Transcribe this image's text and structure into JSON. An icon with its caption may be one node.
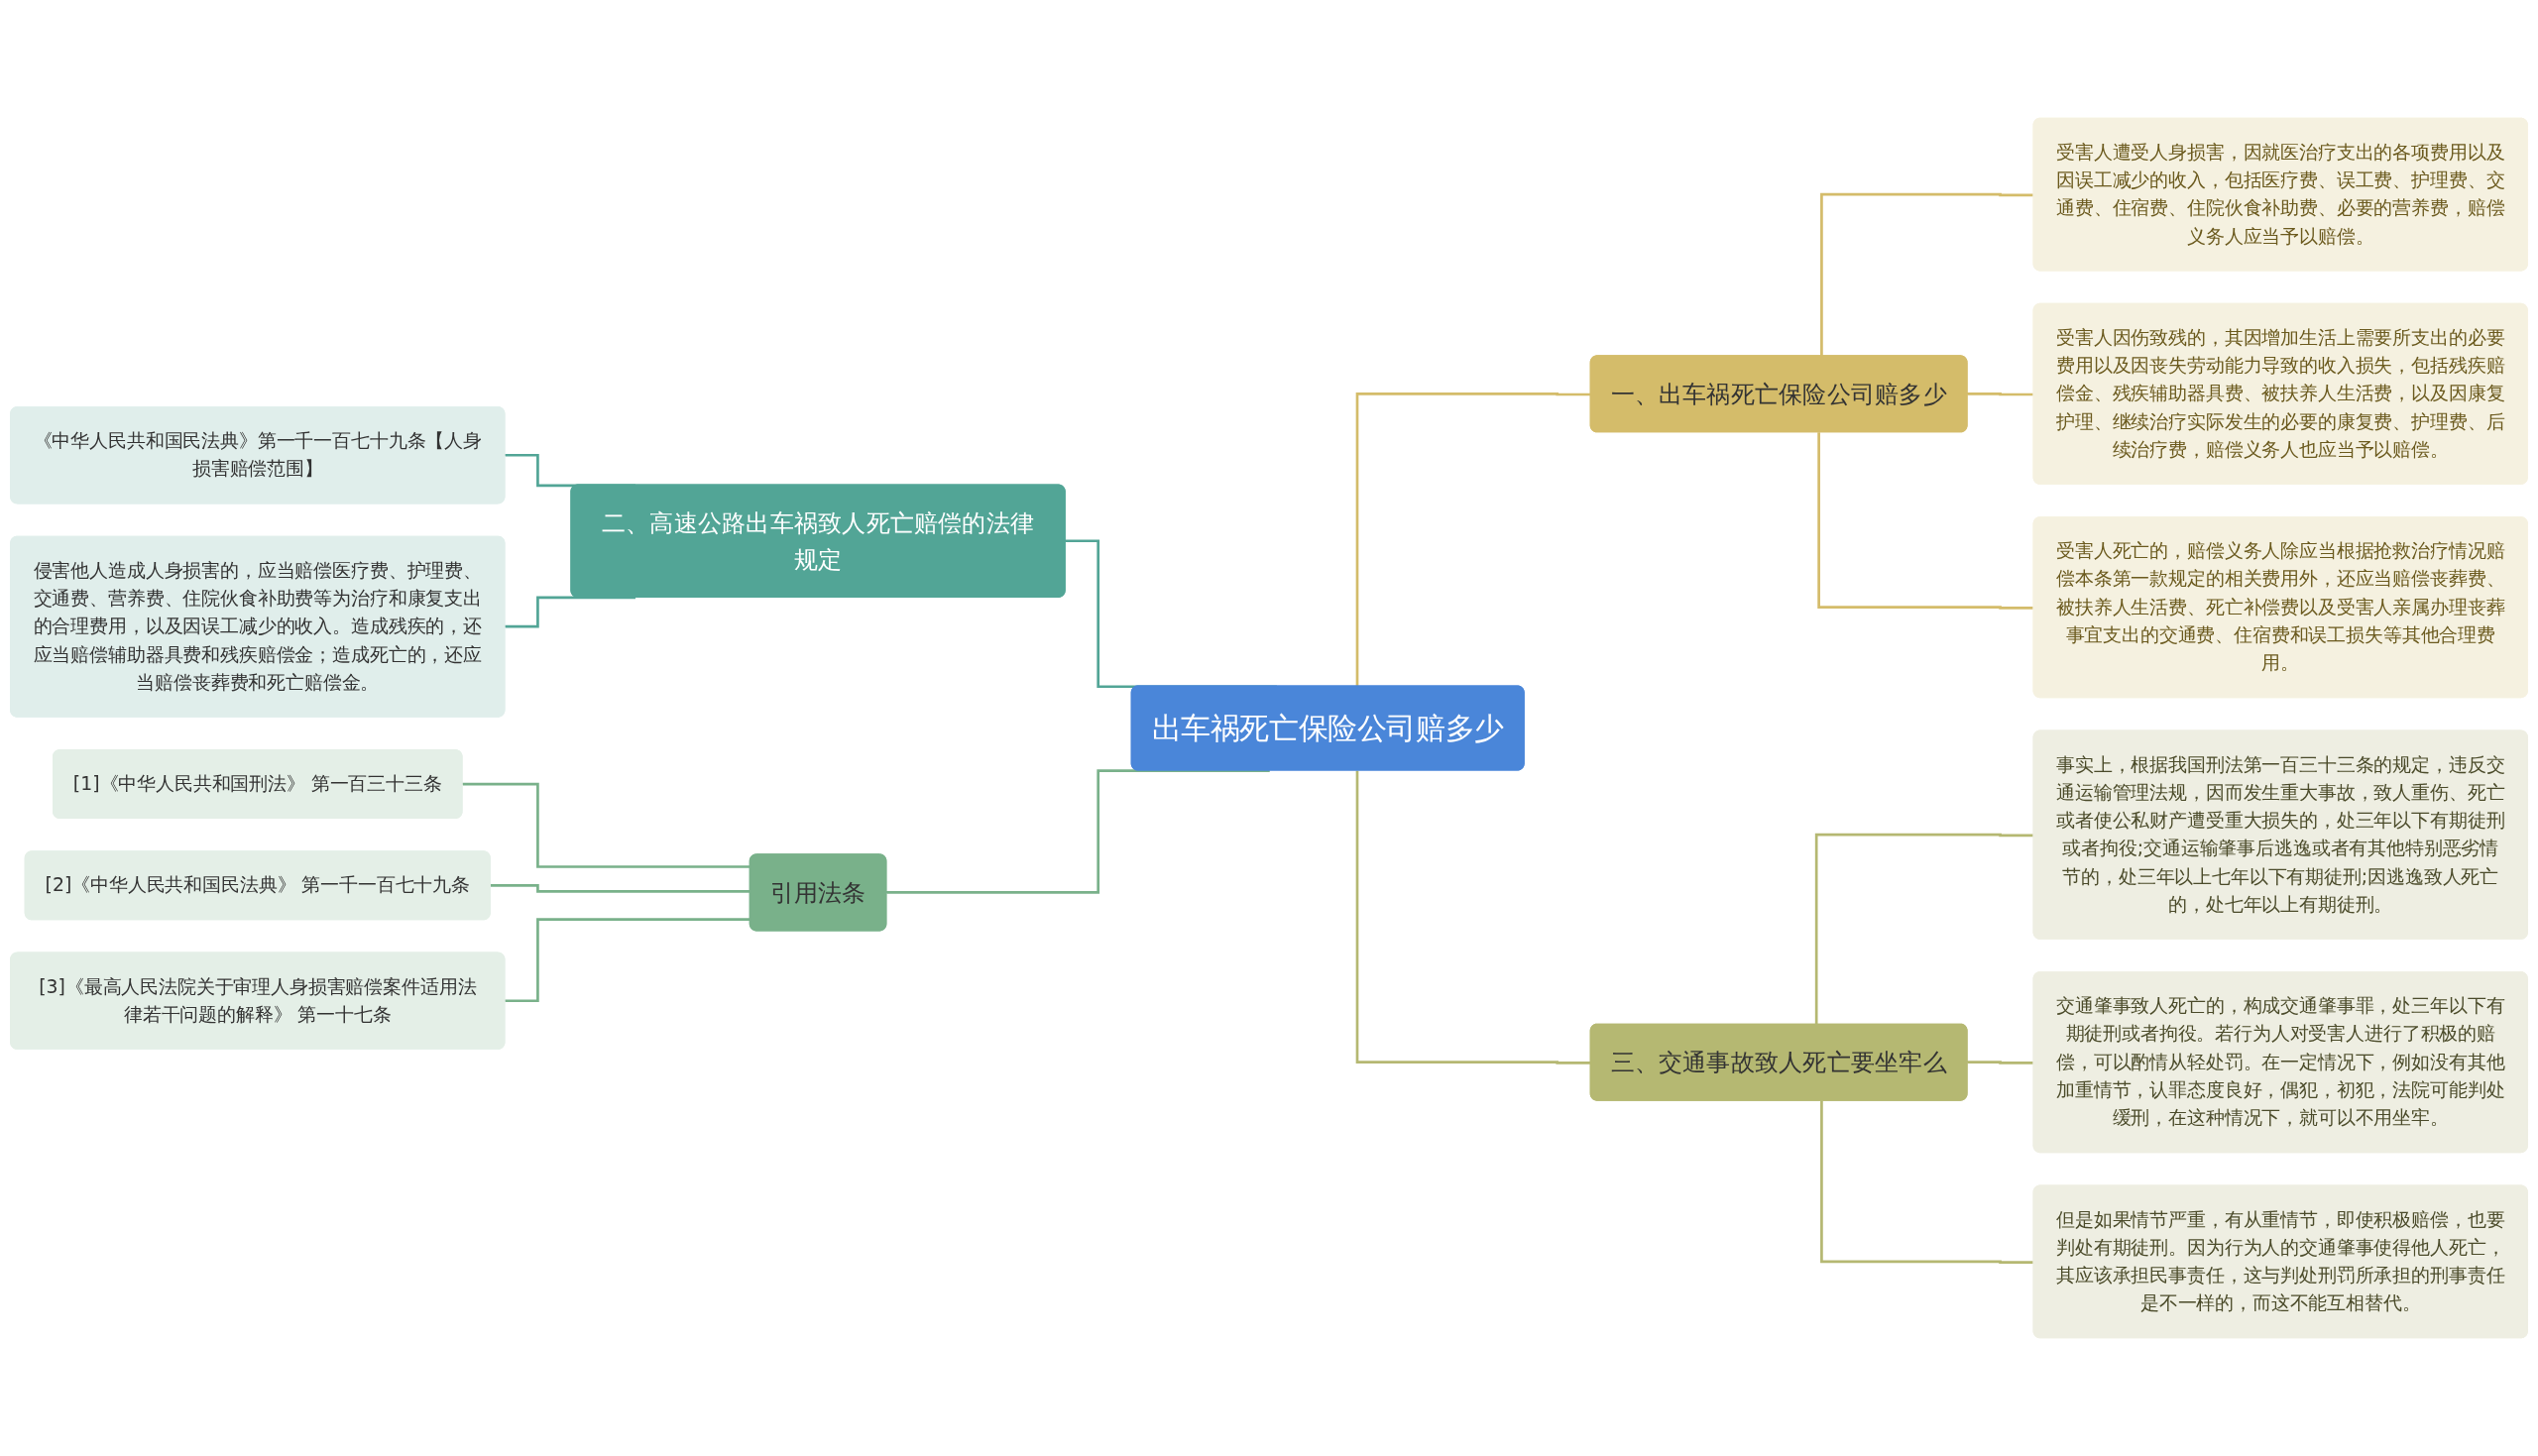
{
  "diagram": {
    "nodes": [
      {
        "text": [
          "出车祸死亡保险公司赔多少"
        ]
      },
      {
        "text": [
          "一、出车祸死亡保险公司赔多少"
        ]
      },
      {
        "text": [
          "受害人遭受人身损害，因就医治疗支出的各项费用以及因误工减少的收入，包括医疗费、误工费、护理费、交通费、住宿费、住院伙食补助费、必要的营养费，赔偿义务人应当予以赔偿。"
        ]
      },
      {
        "text": [
          "受害人因伤致残的，其因增加生活上需要所支出的必要费用以及因丧失劳动能力导致的收入损失，包括残疾赔偿金、残疾辅助器具费、被扶养人生活费，以及因康复护理、继续治疗实际发生的必要的康复费、护理费、后续治疗费，赔偿义务人也应当予以赔偿。"
        ]
      },
      {
        "text": [
          "受害人死亡的，赔偿义务人除应当根据抢救治疗情况赔偿本条第一款规定的相关费用外，还应当赔偿丧葬费、被扶养人生活费、死亡补偿费以及受害人亲属办理丧葬事宜支出的交通费、住宿费和误工损失等其他合理费用。"
        ]
      },
      {
        "text": [
          "三、交通事故致人死亡要坐牢么"
        ]
      },
      {
        "text": [
          "事实上，根据我国刑法第一百三十三条的规定，违反交通运输管理法规，因而发生重大事故，致人重伤、死亡或者使公私财产遭受重大损失的，处三年以下有期徒刑或者拘役;交通运输肇事后逃逸或者有其他特别恶劣情节的，处三年以上七年以下有期徒刑;因逃逸致人死亡的，处七年以上有期徒刑。"
        ]
      },
      {
        "text": [
          "交通肇事致人死亡的，构成交通肇事罪，处三年以下有期徒刑或者拘役。若行为人对受害人进行了积极的赔偿，可以酌情从轻处罚。在一定情况下，例如没有其他加重情节，认罪态度良好，偶犯，初犯，法院可能判处缓刑，在这种情况下，就可以不用坐牢。"
        ]
      },
      {
        "text": [
          "但是如果情节严重，有从重情节，即使积极赔偿，也要判处有期徒刑。因为行为人的交通肇事使得他人死亡，其应该承担民事责任，这与判处刑罚所承担的刑事责任是不一样的，而这不能互相替代。"
        ]
      },
      {
        "text": [
          "二、高速公路出车祸致人死亡赔偿的法律规定"
        ]
      },
      {
        "text": [
          "《中华人民共和国民法典》第一千一百七十九条【人身损害赔偿范围】"
        ]
      },
      {
        "text": [
          "侵害他人造成人身损害的，应当赔偿医疗费、护理费、交通费、营养费、住院伙食补助费等为治疗和康复支出的合理费用，以及因误工减少的收入。造成残疾的，还应当赔偿辅助器具费和残疾赔偿金；造成死亡的，还应当赔偿丧葬费和死亡赔偿金。"
        ]
      },
      {
        "text": [
          "引用法条"
        ]
      },
      {
        "text": [
          "[1]《中华人民共和国刑法》 第一百三十三条"
        ]
      },
      {
        "text": [
          "[2]《中华人民共和国民法典》 第一千一百七十九条"
        ]
      },
      {
        "text": [
          "[3]《最高人民法院关于审理人身损害赔偿案件适用法律若干问题的解释》 第一十七条"
        ]
      }
    ],
    "edges": [
      {
        "from": 0,
        "to": 1,
        "arrow": "none",
        "color": "#d4bc6a"
      },
      {
        "from": 1,
        "to": 2,
        "arrow": "none",
        "color": "#d4bc6a"
      },
      {
        "from": 1,
        "to": 3,
        "arrow": "none",
        "color": "#d4bc6a"
      },
      {
        "from": 1,
        "to": 4,
        "arrow": "none",
        "color": "#d4bc6a"
      },
      {
        "from": 0,
        "to": 5,
        "arrow": "none",
        "color": "#b5b872"
      },
      {
        "from": 5,
        "to": 6,
        "arrow": "none",
        "color": "#b5b872"
      },
      {
        "from": 5,
        "to": 7,
        "arrow": "none",
        "color": "#b5b872"
      },
      {
        "from": 5,
        "to": 8,
        "arrow": "none",
        "color": "#b5b872"
      },
      {
        "from": 0,
        "to": 9,
        "arrow": "none",
        "color": "#52a596"
      },
      {
        "from": 9,
        "to": 10,
        "arrow": "none",
        "color": "#52a596"
      },
      {
        "from": 9,
        "to": 11,
        "arrow": "none",
        "color": "#52a596"
      },
      {
        "from": 0,
        "to": 12,
        "arrow": "none",
        "color": "#79b18a"
      },
      {
        "from": 12,
        "to": 13,
        "arrow": "none",
        "color": "#79b18a"
      },
      {
        "from": 12,
        "to": 14,
        "arrow": "none",
        "color": "#79b18a"
      },
      {
        "from": 12,
        "to": 15,
        "arrow": "none",
        "color": "#79b18a"
      }
    ]
  }
}
